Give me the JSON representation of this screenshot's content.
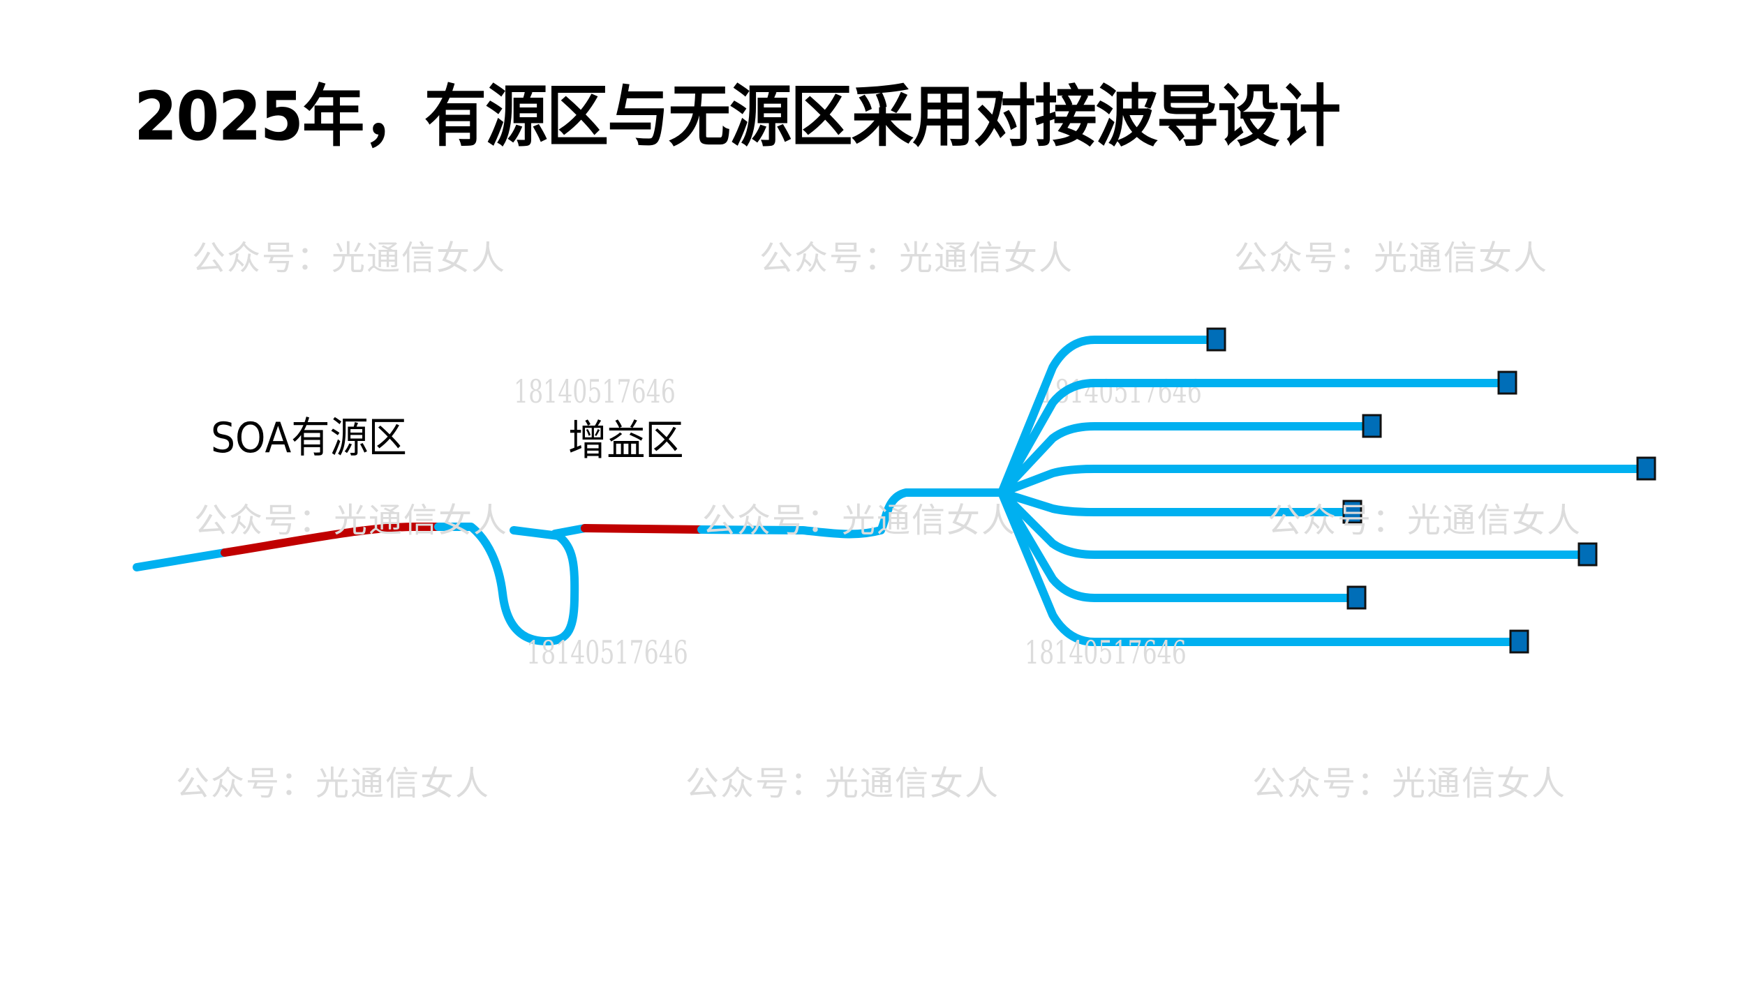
{
  "slide": {
    "title": "2025年，有源区与无源区采用对接波导设计"
  },
  "labels": {
    "soa_active_region": "SOA有源区",
    "gain_region": "增益区"
  },
  "watermarks": {
    "account_text": "公众号：光通信女人",
    "phone_number": "18140517646"
  },
  "diagram": {
    "colors": {
      "passive_waveguide": "#00B0F0",
      "active_waveguide": "#C00000",
      "output_port_fill": "#006EB8",
      "output_port_border": "#111111"
    },
    "segments": [
      {
        "name": "input-passive",
        "type": "passive"
      },
      {
        "name": "soa-active",
        "type": "active"
      },
      {
        "name": "passive-to-loop",
        "type": "passive"
      },
      {
        "name": "gain-active",
        "type": "active"
      },
      {
        "name": "s-bend-passive",
        "type": "passive"
      }
    ],
    "splitter_outputs": 8,
    "output_ports": [
      {
        "branch": 1
      },
      {
        "branch": 2
      },
      {
        "branch": 3
      },
      {
        "branch": 4
      },
      {
        "branch": 5
      },
      {
        "branch": 6
      },
      {
        "branch": 7
      },
      {
        "branch": 8
      }
    ]
  }
}
